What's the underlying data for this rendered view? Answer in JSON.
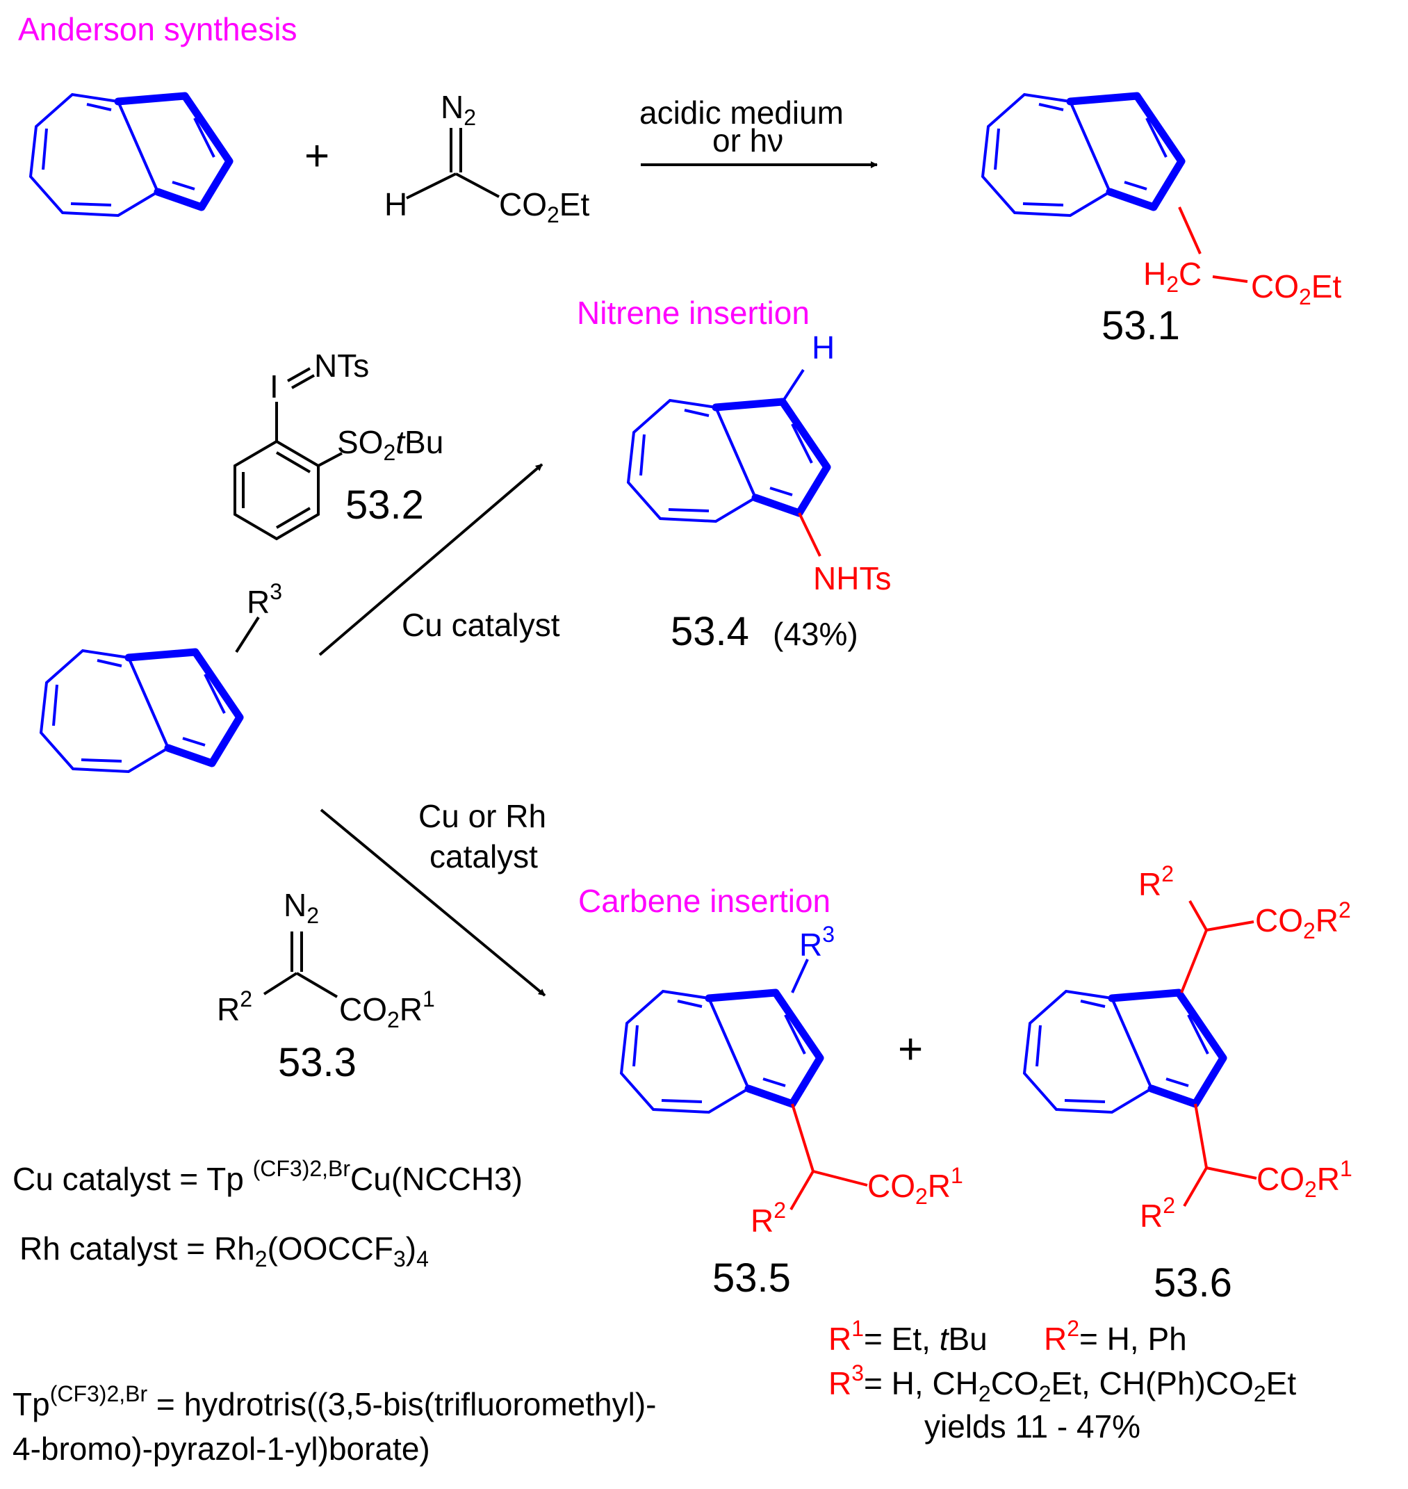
{
  "sections": {
    "anderson": "Anderson synthesis",
    "nitrene": "Nitrene insertion",
    "carbene": "Carbene insertion"
  },
  "reagents": {
    "n2": "N",
    "n2_sub": "2",
    "h": "H",
    "co2et_main": "CO",
    "co2et_sub": "2",
    "co2et_tail": "Et",
    "plus": "+",
    "ints": "I",
    "ints_tail": "NTs",
    "so2tbu_main": "SO",
    "so2tbu_sub": "2",
    "so2tbu_t": "t",
    "so2tbu_tail": "Bu",
    "r3": "R",
    "r3_sup": "3",
    "r2": "R",
    "r2_sup": "2",
    "co2r1_main": "CO",
    "co2r1_sub": "2",
    "co2r1_r": "R",
    "co2r1_sup": "1",
    "co2r2_sup": "2",
    "h2c_main": "H",
    "h2c_sub": "2",
    "h2c_tail": "C",
    "nhts": "NHTs"
  },
  "conditions": {
    "acidic_1": "acidic medium",
    "acidic_2": "or hν",
    "cu": "Cu catalyst",
    "curh_1": "Cu or Rh",
    "curh_2": "catalyst"
  },
  "compounds": {
    "c531": "53.1",
    "c532": "53.2",
    "c533": "53.3",
    "c534": "53.4",
    "c534_yield": "(43%)",
    "c535": "53.5",
    "c536": "53.6"
  },
  "notes": {
    "cu_cat_a": "Cu catalyst = Tp ",
    "cu_cat_sup": "(CF3)2,Br",
    "cu_cat_b": "Cu(NCCH3)",
    "rh_cat_a": "Rh catalyst = Rh",
    "rh_cat_sub1": "2",
    "rh_cat_b": "(OOCCF",
    "rh_cat_sub2": "3",
    "rh_cat_c": ")",
    "rh_cat_sub3": "4",
    "tp_a": "Tp",
    "tp_sup": "(CF3)2,Br",
    "tp_b": " = hydrotris((3,5-bis(trifluoromethyl)-",
    "tp_c": "4-bromo)-pyrazol-1-yl)borate)"
  },
  "substituents": {
    "r1_label": "R",
    "r1_sup": "1",
    "r1_vals_a": "= Et, ",
    "r1_vals_t": "t",
    "r1_vals_b": "Bu",
    "r2_label": "R",
    "r2_sup": "2",
    "r2_vals": "= H, Ph",
    "r3_label": "R",
    "r3_sup": "3",
    "r3_vals_a": "= H, CH",
    "r3_sub1": "2",
    "r3_vals_b": "CO",
    "r3_sub2": "2",
    "r3_vals_c": "Et, CH(Ph)CO",
    "r3_sub3": "2",
    "r3_vals_d": "Et",
    "yields": "yields 11 - 47%"
  },
  "colors": {
    "section_heading": "#ff00ff",
    "azulene": "#0000ff",
    "inserted_group": "#ff0000",
    "text": "#000000"
  }
}
